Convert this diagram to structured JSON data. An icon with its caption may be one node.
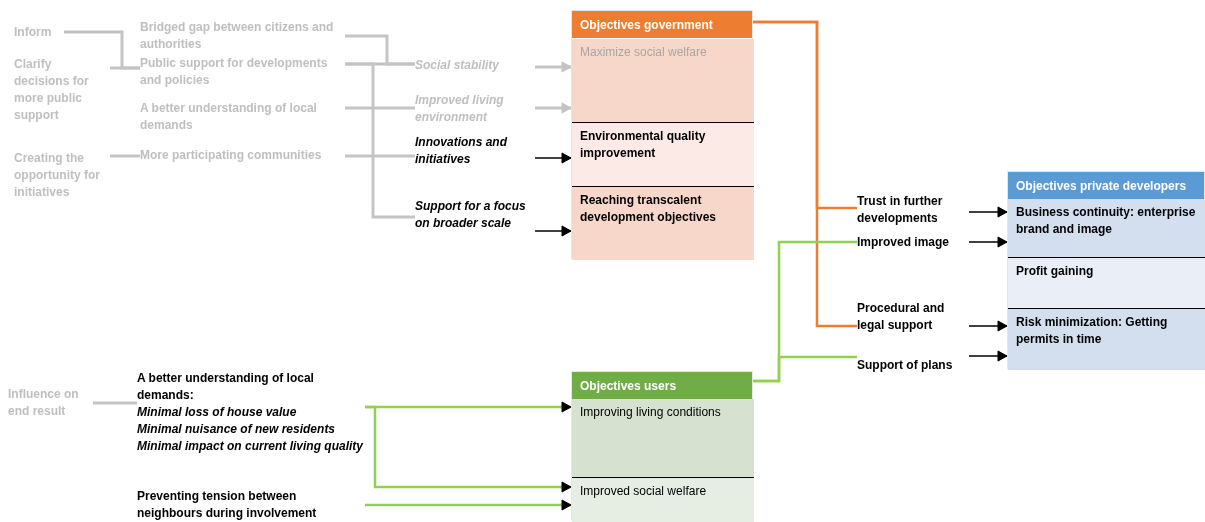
{
  "diagram": {
    "nodes": [
      {
        "text": [
          "Inform"
        ]
      },
      {
        "text": [
          "Clarify decisions for more public support"
        ]
      },
      {
        "text": [
          "Bridged gap between citizens and authorities"
        ]
      },
      {
        "text": [
          "Public support for developments and policies"
        ]
      },
      {
        "text": [
          "A better understanding of local demands"
        ]
      },
      {
        "text": [
          "Creating the opportunity for initiatives"
        ]
      },
      {
        "text": [
          "More participating communities"
        ]
      },
      {
        "text": [
          "Social stability"
        ]
      },
      {
        "text": [
          "Improved living environment"
        ]
      },
      {
        "text": [
          "Innovations and initiatives"
        ]
      },
      {
        "text": [
          "Support for a focus on broader scale"
        ]
      },
      {
        "text": [
          "Objectives government"
        ]
      },
      {
        "text": [
          "Maximize social welfare"
        ],
        "in": 11
      },
      {
        "text": [
          "Environmental quality improvement"
        ],
        "in": 11
      },
      {
        "text": [
          "Reaching transcalent development objectives"
        ],
        "in": 11
      },
      {
        "text": [
          "Trust in further developments"
        ]
      },
      {
        "text": [
          "Improved image"
        ]
      },
      {
        "text": [
          "Procedural and legal support"
        ]
      },
      {
        "text": [
          "Support of plans"
        ]
      },
      {
        "text": [
          "Objectives private developers"
        ]
      },
      {
        "text": [
          "Business continuity: enterprise brand and image"
        ],
        "in": 19
      },
      {
        "text": [
          "Profit gaining"
        ],
        "in": 19
      },
      {
        "text": [
          "Risk minimization: Getting permits in time"
        ],
        "in": 19
      },
      {
        "text": [
          "Influence on end result"
        ]
      },
      {
        "text": [
          "A better understanding of local demands:",
          "Minimal loss of house value",
          "Minimal nuisance of new residents",
          "Minimal impact on current living quality"
        ]
      },
      {
        "text": [
          "Preventing tension between neighbours during involvement"
        ]
      },
      {
        "text": [
          "Objectives users"
        ]
      },
      {
        "text": [
          "Improving living conditions"
        ],
        "in": 26
      },
      {
        "text": [
          "Improved social welfare"
        ],
        "in": 26
      }
    ],
    "edges": [
      {
        "from": 0,
        "to": 3,
        "arrow": "none"
      },
      {
        "from": 1,
        "to": 3,
        "arrow": "none"
      },
      {
        "from": 5,
        "to": 6,
        "arrow": "none"
      },
      {
        "from": 2,
        "to": 7,
        "arrow": "none"
      },
      {
        "from": 3,
        "to": 7,
        "arrow": "none"
      },
      {
        "from": 3,
        "to": 10,
        "arrow": "none"
      },
      {
        "from": 4,
        "to": 8,
        "arrow": "none"
      },
      {
        "from": 6,
        "to": 9,
        "arrow": "none"
      },
      {
        "from": 7,
        "to": 12,
        "arrow": "to"
      },
      {
        "from": 8,
        "to": 12,
        "arrow": "to"
      },
      {
        "from": 9,
        "to": 13,
        "arrow": "to",
        "color": "#000000"
      },
      {
        "from": 10,
        "to": 14,
        "arrow": "to",
        "color": "#000000"
      },
      {
        "from": 11,
        "to": 15,
        "arrow": "none",
        "color": "#ed7d31"
      },
      {
        "from": 11,
        "to": 17,
        "arrow": "none",
        "color": "#ed7d31"
      },
      {
        "from": 26,
        "to": 16,
        "arrow": "none",
        "color": "#92d050"
      },
      {
        "from": 26,
        "to": 18,
        "arrow": "none",
        "color": "#92d050"
      },
      {
        "from": 15,
        "to": 20,
        "arrow": "to",
        "color": "#000000"
      },
      {
        "from": 16,
        "to": 20,
        "arrow": "to",
        "color": "#000000"
      },
      {
        "from": 17,
        "to": 22,
        "arrow": "to",
        "color": "#000000"
      },
      {
        "from": 18,
        "to": 22,
        "arrow": "to",
        "color": "#000000"
      },
      {
        "from": 23,
        "to": 24,
        "arrow": "none"
      },
      {
        "from": 24,
        "to": 27,
        "arrow": "to",
        "color": "#92d050"
      },
      {
        "from": 24,
        "to": 28,
        "arrow": "to",
        "color": "#92d050"
      },
      {
        "from": 25,
        "to": 28,
        "arrow": "to",
        "color": "#92d050"
      }
    ]
  }
}
